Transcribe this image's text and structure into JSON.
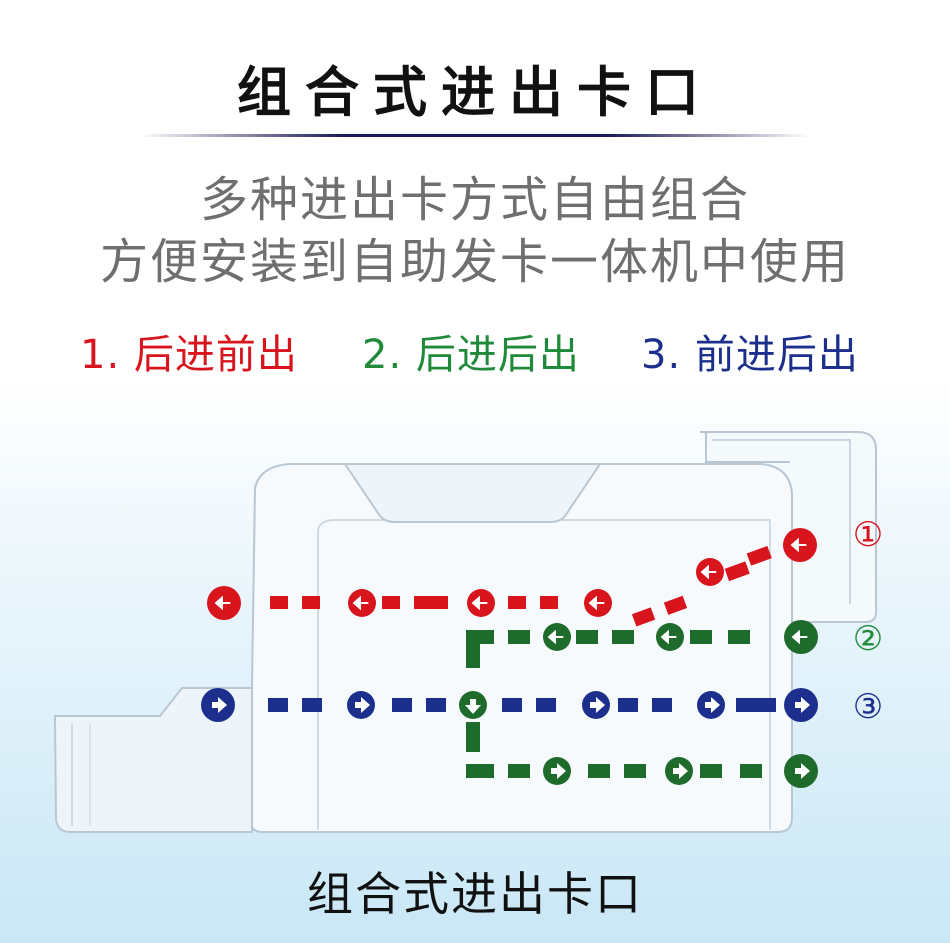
{
  "title": "组合式进出卡口",
  "subtitle_line1": "多种进出卡方式自由组合",
  "subtitle_line2": "方便安装到自助发卡一体机中使用",
  "modes": [
    {
      "label": "1. 后进前出",
      "color": "#d8141c"
    },
    {
      "label": "2. 后进后出",
      "color": "#1f8a3a"
    },
    {
      "label": "3. 前进后出",
      "color": "#1c2f8c"
    }
  ],
  "path_markers": [
    "①",
    "②",
    "③"
  ],
  "caption": "组合式进出卡口"
}
